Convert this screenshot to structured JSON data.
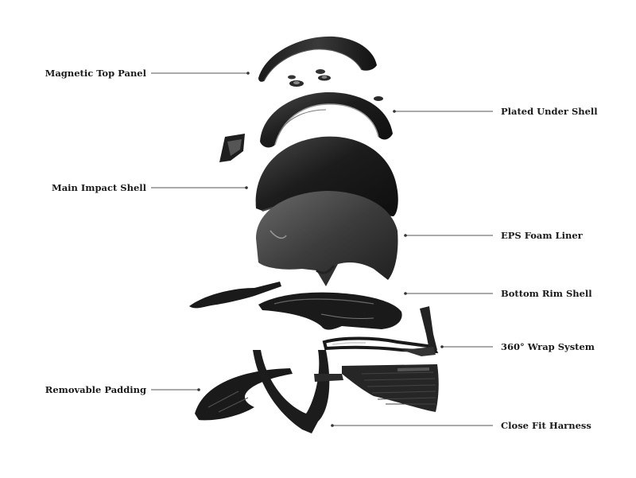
{
  "diagram": {
    "labels": {
      "magnetic_top_panel": "Magnetic Top Panel",
      "plated_under_shell": "Plated Under Shell",
      "main_impact_shell": "Main Impact Shell",
      "eps_foam_liner": "EPS Foam Liner",
      "bottom_rim_shell": "Bottom Rim Shell",
      "wrap_system": "360° Wrap System",
      "removable_padding": "Removable Padding",
      "close_fit_harness": "Close Fit Harness"
    },
    "colors": {
      "background": "#ffffff",
      "text": "#1a1a1a",
      "leader_line": "#555555",
      "shell_dark": "#1b1b1b",
      "shell_mid": "#3a3a3a",
      "foam": "#4a4a4a"
    }
  }
}
